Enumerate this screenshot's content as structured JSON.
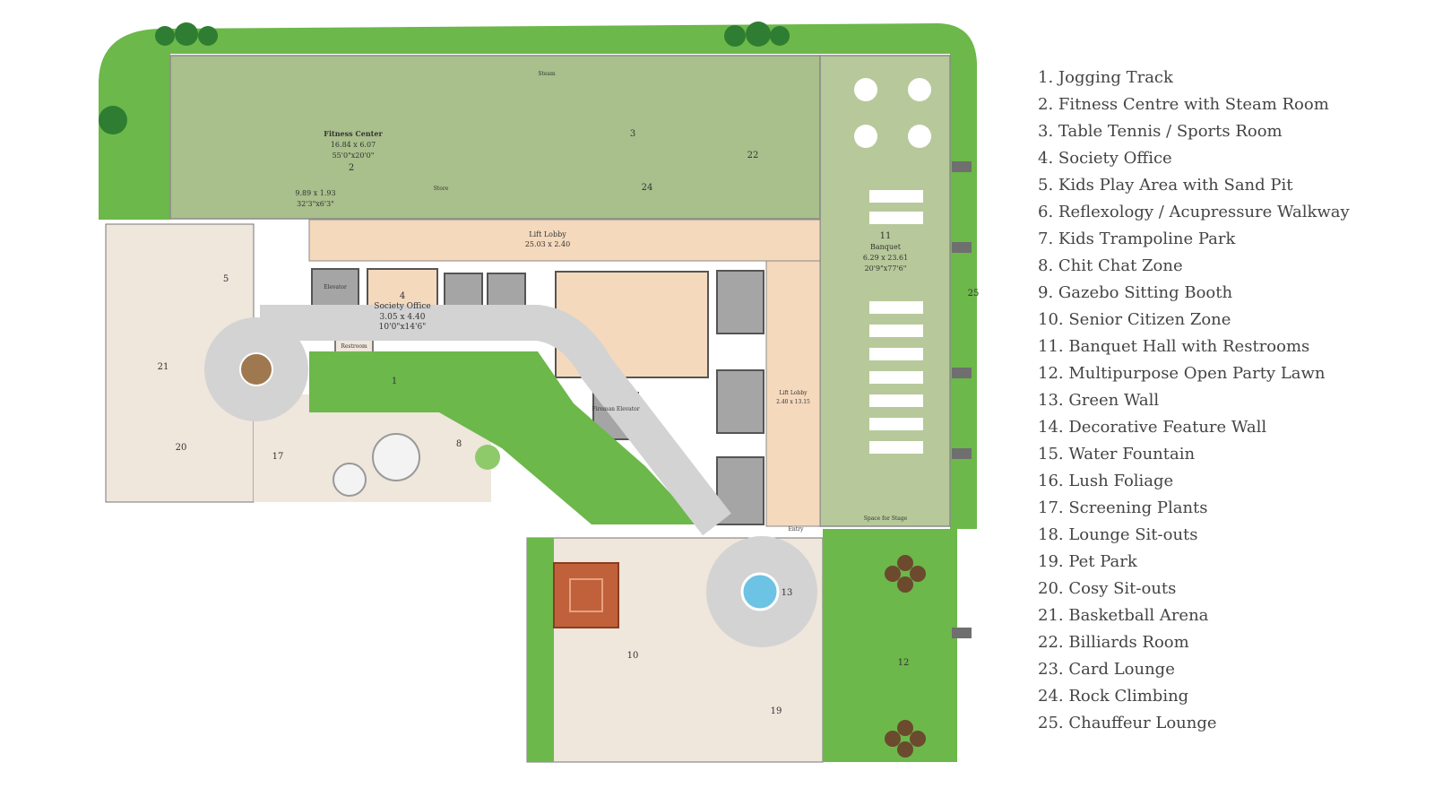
{
  "colors": {
    "lawn": "#6cb84a",
    "lawn_light": "#8fca6a",
    "block_green": "#a9bf8c",
    "lobby": "#f5d9bd",
    "paving": "#d3d3d3",
    "deck": "#efe6dc",
    "wall": "#6f6f6f",
    "banquet": "#b7c99a"
  },
  "legend": [
    "1. Jogging Track",
    "2. Fitness Centre with Steam Room",
    "3. Table Tennis / Sports Room",
    "4. Society Office",
    "5. Kids Play Area with Sand Pit",
    "6. Reflexology / Acupressure Walkway",
    "7. Kids Trampoline Park",
    "8. Chit Chat Zone",
    "9. Gazebo Sitting Booth",
    "10. Senior Citizen Zone",
    "11. Banquet Hall with Restrooms",
    "12. Multipurpose Open Party Lawn",
    "13. Green Wall",
    "14. Decorative Feature Wall",
    "15. Water Fountain",
    "16. Lush Foliage",
    "17. Screening Plants",
    "18. Lounge Sit-outs",
    "19. Pet Park",
    "20. Cosy Sit-outs",
    "21. Basketball Arena",
    "22. Billiards Room",
    "23. Card Lounge",
    "24. Rock Climbing",
    "25. Chauffeur Lounge"
  ],
  "plan_labels": {
    "fitness_name": "Fitness Center",
    "fitness_size": "16.84 x 6.07",
    "fitness_size_ft": "55'0\"x20'0\"",
    "gym_annex_size": "9.89 x 1.93",
    "gym_annex_size_ft": "32'3\"x6'3\"",
    "lift_lobby": "Lift Lobby",
    "lift_lobby_size": "25.03 x 2.40",
    "society_office": "Society Office",
    "society_office_size": "3.05 x 4.40",
    "society_office_size_ft": "10'0\"x14'6\"",
    "banquet": "Banquet",
    "banquet_size": "6.29 x 23.61",
    "banquet_size_ft": "20'9\"x77'6\"",
    "lift_lobby_2": "Lift Lobby",
    "lift_lobby_2_size": "2.40 x 13.15",
    "space_for_stage": "Space for Stage",
    "elevator": "Elevator",
    "fireman_elevator": "Fireman Elevator",
    "steam": "Steam",
    "store": "Store",
    "restroom": "Restroom",
    "entry": "Entry"
  },
  "zone_numbers": [
    "1",
    "2",
    "3",
    "4",
    "5",
    "8",
    "10",
    "11",
    "12",
    "13",
    "17",
    "19",
    "20",
    "21",
    "22",
    "24",
    "25"
  ]
}
